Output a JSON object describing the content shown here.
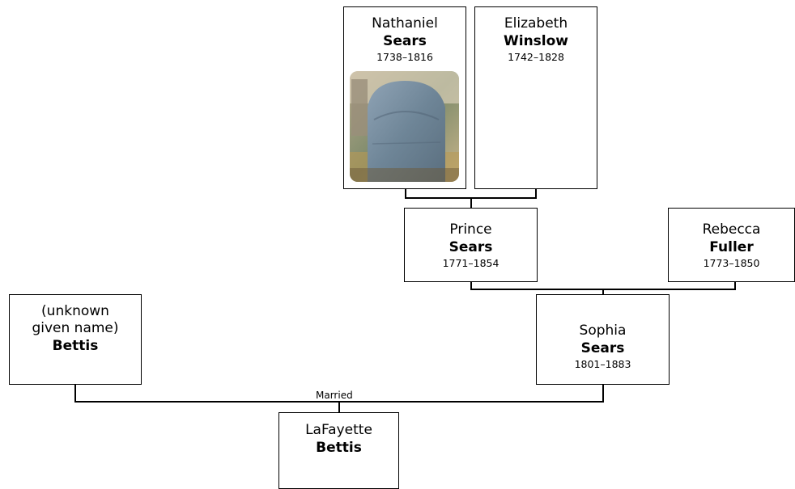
{
  "people": {
    "nathaniel": {
      "given": "Nathaniel",
      "surname": "Sears",
      "dates": "1738–1816"
    },
    "elizabeth": {
      "given": "Elizabeth",
      "surname": "Winslow",
      "dates": "1742–1828"
    },
    "prince": {
      "given": "Prince",
      "surname": "Sears",
      "dates": "1771–1854"
    },
    "rebecca": {
      "given": "Rebecca",
      "surname": "Fuller",
      "dates": "1773–1850"
    },
    "unknown": {
      "given_line1": "(unknown",
      "given_line2": "given name)",
      "surname": "Bettis"
    },
    "sophia": {
      "given": "Sophia",
      "surname": "Sears",
      "dates": "1801–1883"
    },
    "lafayette": {
      "given": "LaFayette",
      "surname": "Bettis"
    }
  },
  "labels": {
    "married": "Married"
  },
  "photo": {
    "subject": "gravestone-photo"
  }
}
